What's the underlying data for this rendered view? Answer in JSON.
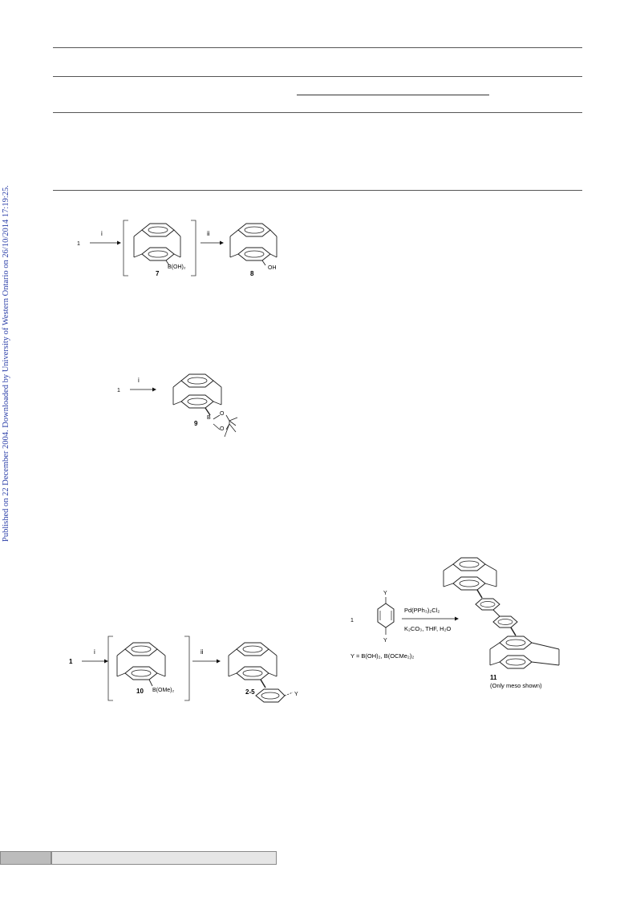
{
  "sidebar": {
    "text": "Published on 22 December 2004. Downloaded by University of Western Ontario on 26/10/2014 17:19:25."
  },
  "scheme1": {
    "start": "1",
    "step1": "i",
    "step2": "ii",
    "intermediate_label": "7",
    "intermediate_group": "B(OH)₂",
    "product_label": "8",
    "product_group": "OH"
  },
  "scheme2": {
    "start": "1",
    "step1": "i",
    "product_label": "9",
    "boron": "B",
    "oxygen1": "O",
    "oxygen2": "O"
  },
  "scheme3": {
    "start": "1",
    "step1": "i",
    "step2": "ii",
    "intermediate_label": "10",
    "intermediate_group": "B(OMe)₂",
    "product_label": "2-5",
    "product_group": "Y"
  },
  "scheme4": {
    "start": "1",
    "reagent_top": "Y",
    "reagent_bottom": "Y",
    "condition1": "Pd(PPh₃)₂Cl₂",
    "condition2": "K₂CO₃, THF, H₂O",
    "y_definition": "Y = B(OH)₂, B(OCMe₂)₂",
    "product_label": "11",
    "product_note": "(Only meso shown)"
  }
}
